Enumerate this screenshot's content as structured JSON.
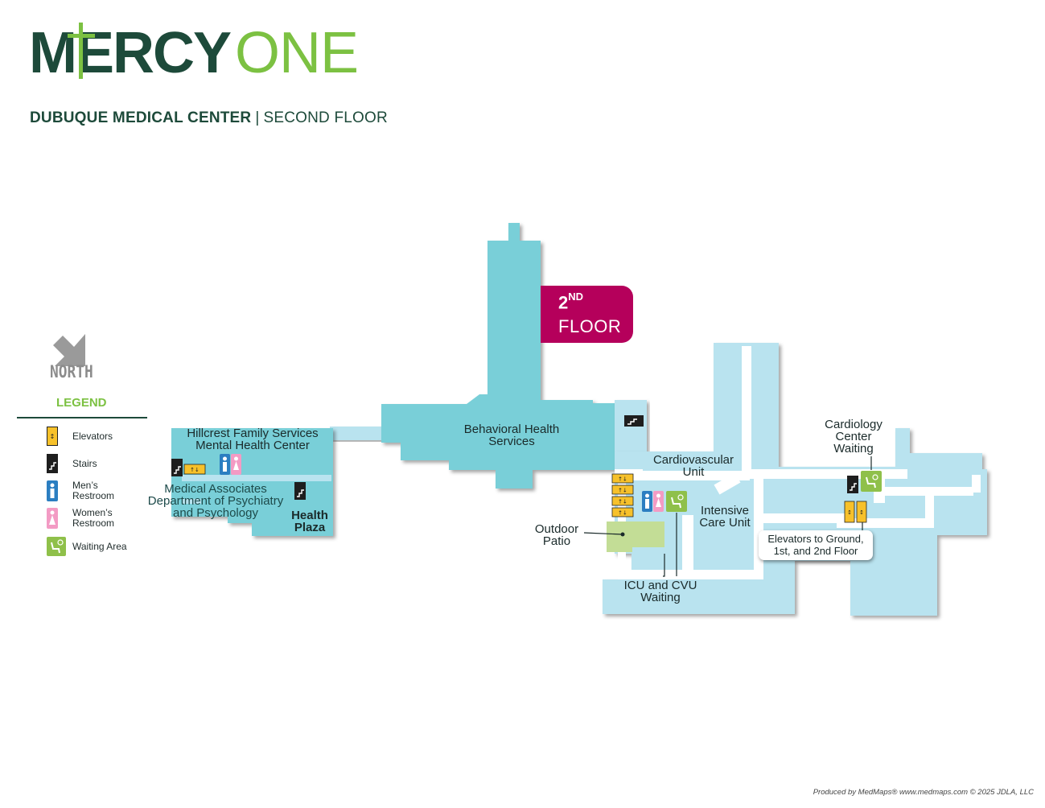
{
  "brand": {
    "logo_part1": "MERCY",
    "logo_part2": "ONE",
    "color_dark": "#1d4a3a",
    "color_green": "#7cc142"
  },
  "title": {
    "facility": "DUBUQUE MEDICAL CENTER",
    "separator": "|",
    "floor": "SECOND FLOOR"
  },
  "floor_badge": {
    "number": "2",
    "suffix": "ND",
    "word": "FLOOR",
    "color": "#b5005b"
  },
  "compass": {
    "label": "NORTH",
    "icon": "north-arrow-icon"
  },
  "legend": {
    "title": "LEGEND",
    "items": [
      {
        "icon": "elevator-icon",
        "label": "Elevators"
      },
      {
        "icon": "stairs-icon",
        "label": "Stairs"
      },
      {
        "icon": "mens-restroom-icon",
        "label": "Men’s\nRestroom"
      },
      {
        "icon": "womens-restroom-icon",
        "label": "Women’s\nRestroom"
      },
      {
        "icon": "waiting-area-icon",
        "label": "Waiting Area"
      }
    ]
  },
  "areas": {
    "hillcrest": "Hillcrest Family Services\nMental Health Center",
    "medical_associates": "Medical Associates\nDepartment of Psychiatry\nand Psychology",
    "health_plaza": "Health\nPlaza",
    "behavioral": "Behavioral Health\nServices",
    "cardiovascular": "Cardiovascular\nUnit",
    "intensive": "Intensive\nCare Unit",
    "cardiology_waiting": "Cardiology\nCenter\nWaiting",
    "outdoor_patio": "Outdoor\nPatio",
    "icu_waiting": "ICU and CVU\nWaiting",
    "elevators_callout": "Elevators to Ground,\n1st, and 2nd Floor"
  },
  "colors": {
    "teal_building": "#79cfd8",
    "light_building": "#b9e3ef",
    "patio": "#c3dd96"
  },
  "credit": "Produced by MedMaps®  www.medmaps.com   © 2025 JDLA, LLC"
}
